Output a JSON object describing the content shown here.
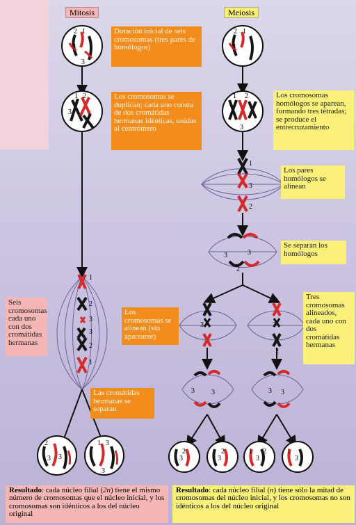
{
  "headers": {
    "mitosis": "Mitosis",
    "meiosis": "Meiosis"
  },
  "mitosis": {
    "step1": "Dotación inicial de seis cromosomas (tres pares de homólogos)",
    "step2": "Los cromosomas se duplican; cada uno consta de dos cromátidas hermanas idénticas, unidas al centrómero",
    "side_label": "Seis cromosomas cada uno con dos cromátidas hermanas",
    "step3": "Los cromosomas se alinean (sin aparearse)",
    "step4": "Las cromátidas hermanas se separan",
    "result": {
      "label": "Resultado",
      "text_before": ": cada núcleo filial (",
      "ploidy": "2n",
      "text_after": ") tiene el mismo número de cromosomas que el núcleo inicial, y los cromosomas son idénticos a los del núcleo original"
    }
  },
  "meiosis": {
    "step1": "Los cromosomas homólogos se aparean, formando tres tétradas; se produce el entrecruzamiento",
    "step2": "Los pares homólogos se alinean",
    "step3": "Se separan los homólogos",
    "step4": "Tres cromosomas alineados, cada uno con dos cromátidas hermanas",
    "result": {
      "label": "Resultado",
      "text_before": ": cada núcleo filial (",
      "ploidy": "n",
      "text_after": ") tiene sólo la mitad de cromosomas del núcleo inicial, y los cromosomas no son idénticos a los del núcleo original"
    }
  },
  "chromosome_labels": {
    "one": "1",
    "two": "2",
    "three": "3"
  },
  "colors": {
    "orange": "#f28c1c",
    "yellow": "#faf07a",
    "pink": "#f5b6b6",
    "red_chromosome": "#d42a2a",
    "black_chromosome": "#151515",
    "spindle": "#6a6298"
  }
}
